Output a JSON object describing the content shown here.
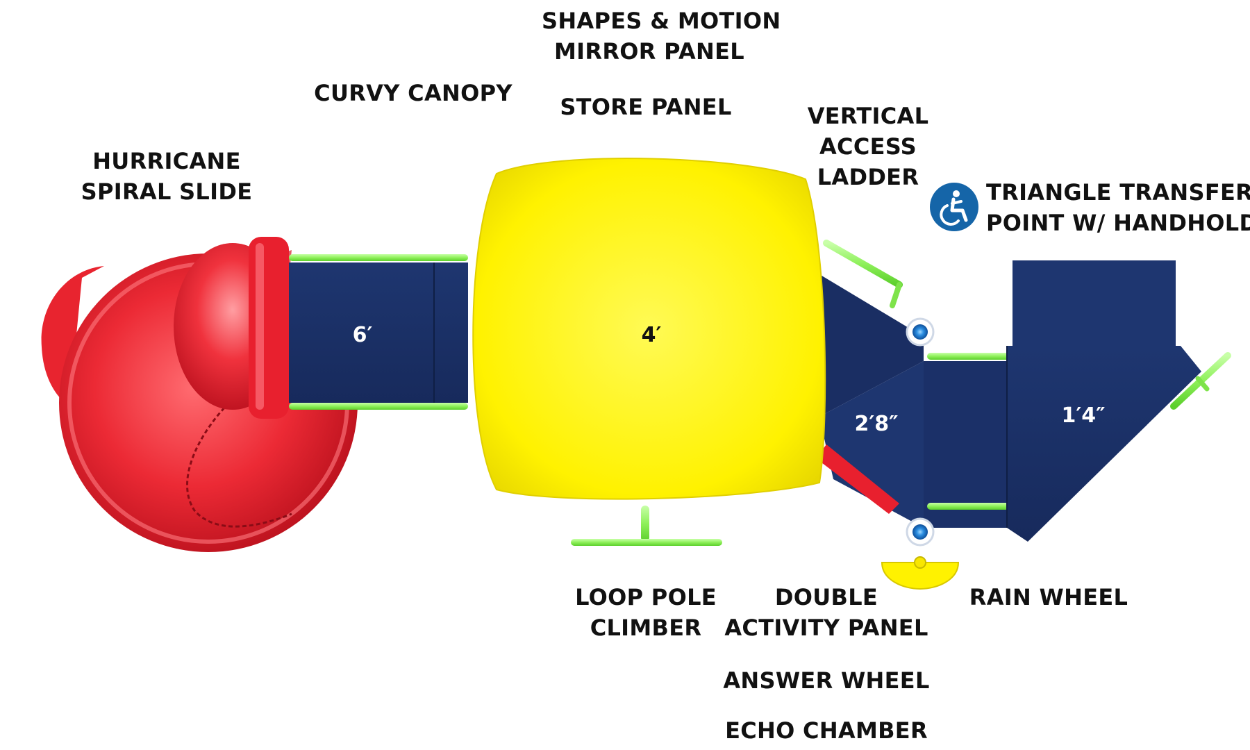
{
  "labels": {
    "shapes_motion": "SHAPES & MOTION",
    "mirror_panel": "MIRROR PANEL",
    "curvy_canopy": "CURVY CANOPY",
    "store_panel": "STORE PANEL",
    "vertical_access_ladder": [
      "VERTICAL",
      "ACCESS",
      "LADDER"
    ],
    "hurricane_spiral_slide": [
      "HURRICANE",
      "SPIRAL SLIDE"
    ],
    "triangle_transfer_point": [
      "TRIANGLE TRANSFER",
      "POINT W/ HANDHOLD"
    ],
    "loop_pole_climber": [
      "LOOP POLE",
      "CLIMBER"
    ],
    "double_activity_panel": [
      "DOUBLE",
      "ACTIVITY PANEL"
    ],
    "answer_wheel": "ANSWER WHEEL",
    "echo_chamber": "ECHO CHAMBER",
    "rain_wheel": "RAIN WHEEL"
  },
  "deck_heights": {
    "bridge": "6′",
    "canopy_deck": "4′",
    "ramp_deck": "2′8″",
    "transfer_deck": "1′4″"
  },
  "icons": {
    "accessibility": "wheelchair-accessibility-icon"
  },
  "colors": {
    "slide_red": "#e8202e",
    "canopy_yellow": "#fff200",
    "deck_navy": "#1b2f66",
    "rail_green": "#8ef05a",
    "access_blue": "#1565a8",
    "label_text": "#111111"
  }
}
